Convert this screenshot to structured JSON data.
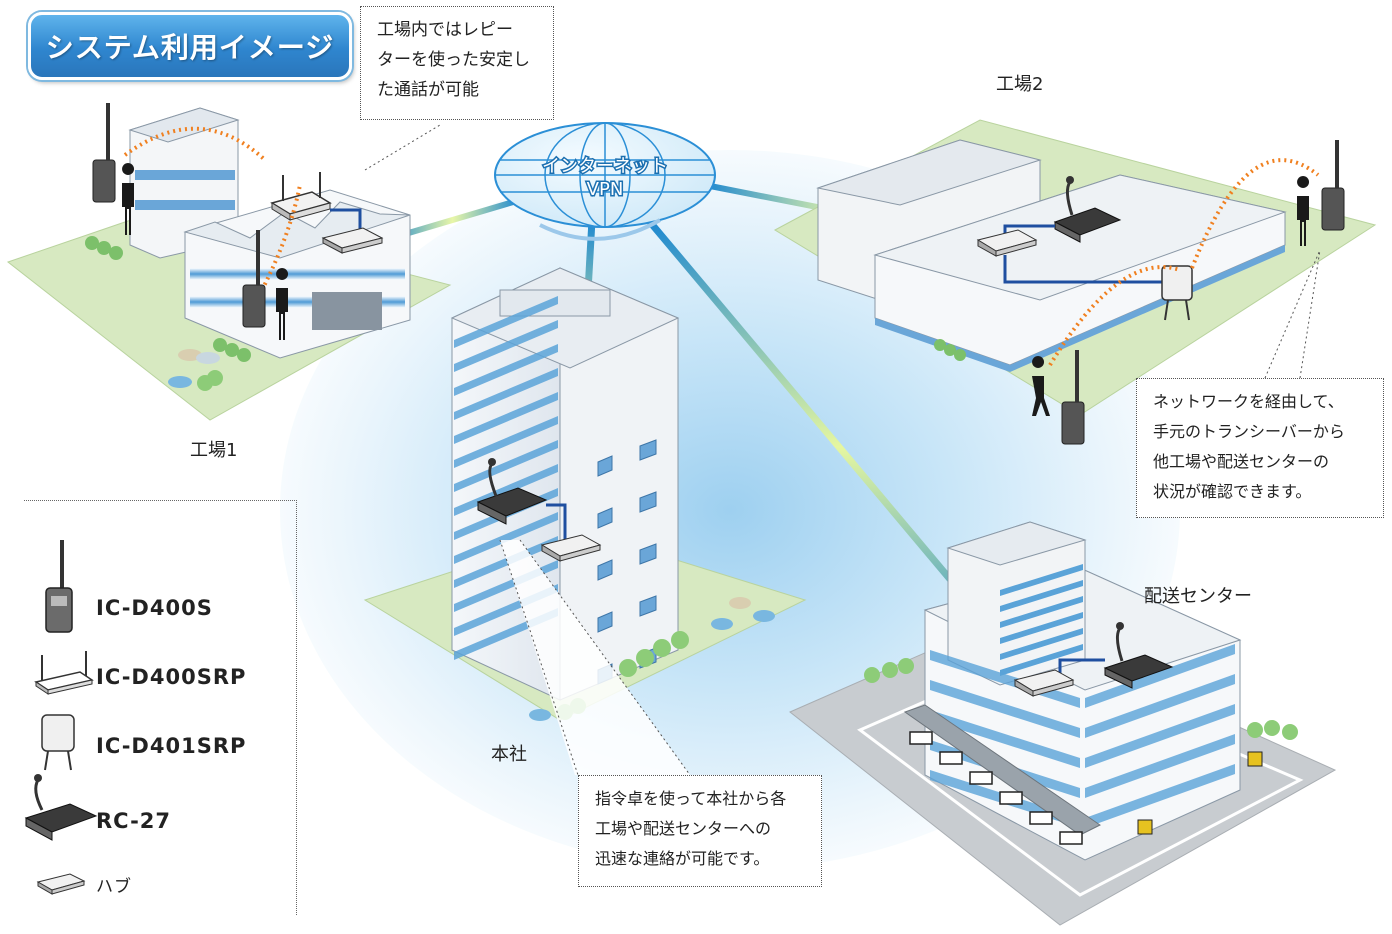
{
  "title": "システム利用イメージ",
  "network": {
    "line1": "インターネット",
    "line2": "VPN"
  },
  "sites": {
    "factory1": "工場1",
    "factory2": "工場2",
    "hq": "本社",
    "distribution": "配送センター"
  },
  "callouts": {
    "repeater": [
      "工場内ではレピー",
      "ターを使った安定し",
      "た通話が可能"
    ],
    "network": [
      "ネットワークを経由して、",
      "手元のトランシーバーから",
      "他工場や配送センターの",
      "状況が確認できます。"
    ],
    "dispatch": [
      "指令卓を使って本社から各",
      "工場や配送センターへの",
      "迅速な連絡が可能です。"
    ]
  },
  "legend": {
    "radio": "IC-D400S",
    "repeater": "IC-D400SRP",
    "outdoor_repeater": "IC-D401SRP",
    "console": "RC-27",
    "hub": "ハブ"
  },
  "colors": {
    "accent": "#2f86cf",
    "link": "#1f74b8",
    "building_stripe": "#5aa3d8",
    "ground": "#d6e8c0",
    "radio_wave": "#f08020"
  }
}
